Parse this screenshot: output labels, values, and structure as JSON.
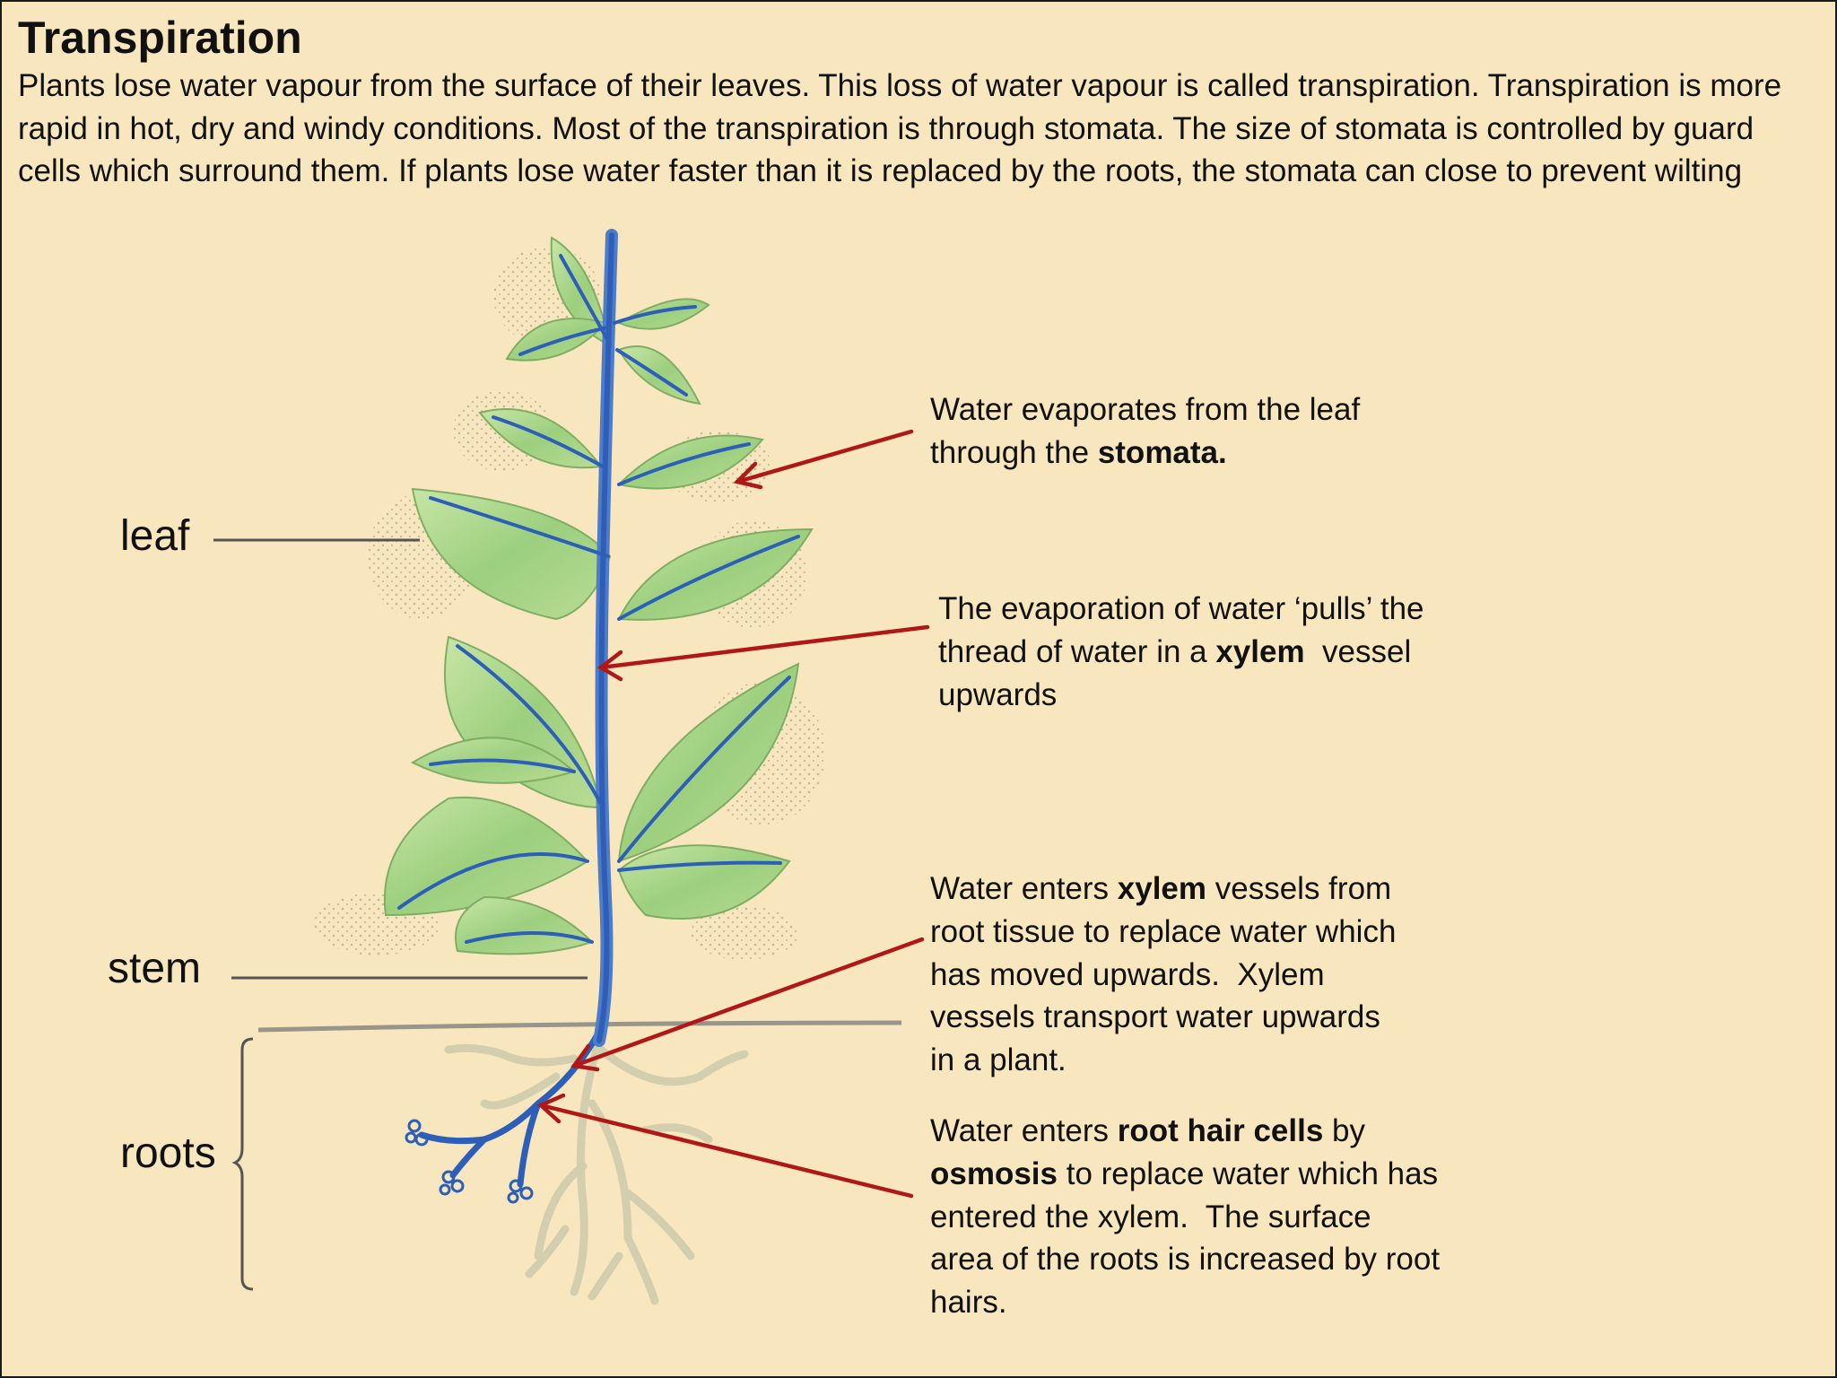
{
  "title": "Transpiration",
  "intro": "Plants lose water vapour from the surface of their leaves. This loss of water vapour is called transpiration. Transpiration is more rapid in hot, dry and windy conditions. Most of the transpiration is through stomata. The size of stomata is controlled by guard cells which surround them. If plants lose water faster than it is replaced by the roots, the stomata can close to prevent wilting",
  "labels": {
    "leaf": "leaf",
    "stem": "stem",
    "roots": "roots"
  },
  "annotations": {
    "stomata": {
      "line1": "Water evaporates from  the leaf",
      "line2_pre": "through the ",
      "line2_bold": "stomata."
    },
    "xylem_pull": {
      "line1": "The evaporation of water ‘pulls’ the",
      "line2_pre": "thread of water in a ",
      "line2_bold": "xylem",
      "line2_post": "  vessel",
      "line3": "upwards"
    },
    "xylem_enter": {
      "line1_pre": "Water enters ",
      "line1_bold": "xylem",
      "line1_post": " vessels from",
      "line2": "root tissue to replace water which",
      "line3": "has moved upwards.  Xylem",
      "line4": "vessels transport water upwards",
      "line5": "in a plant."
    },
    "root_hair": {
      "line1_pre": "Water enters ",
      "line1_bold": "root hair cells",
      "line1_post": " by",
      "line2_bold": "osmosis",
      "line2_post": " to replace water which has",
      "line3": "entered the xylem.  The surface",
      "line4": "area of the roots is increased by root",
      "line5": "hairs."
    }
  },
  "colors": {
    "background": "#f8e6bf",
    "leaf": "#9ccf7e",
    "xylem": "#2d5fb8",
    "arrow": "#b01818",
    "root": "#d6d2b0"
  }
}
